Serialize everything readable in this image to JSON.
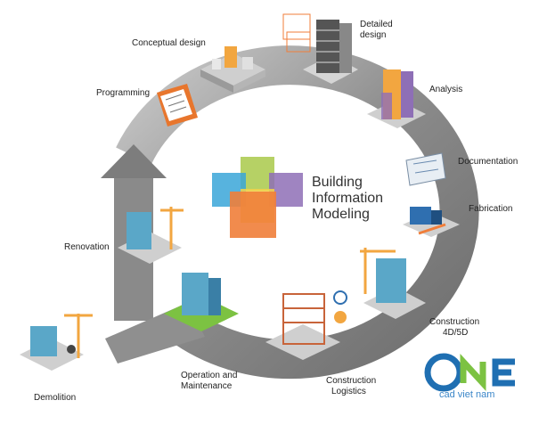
{
  "center": {
    "line1": "Building",
    "line2": "Information",
    "line3": "Modeling"
  },
  "stages": {
    "conceptual_design": "Conceptual design",
    "detailed_design_1": "Detailed",
    "detailed_design_2": "design",
    "analysis": "Analysis",
    "documentation": "Documentation",
    "fabrication": "Fabrication",
    "construction_4d5d_1": "Construction",
    "construction_4d5d_2": "4D/5D",
    "construction_logistics_1": "Construction",
    "construction_logistics_2": "Logistics",
    "operation_1": "Operation and",
    "operation_2": "Maintenance",
    "renovation": "Renovation",
    "demolition": "Demolition",
    "programming": "Programming"
  },
  "logo": {
    "word": "ONE",
    "tagline": "cad viet nam"
  },
  "colors": {
    "ring": "#8e8e8e",
    "ring_dark": "#6b6b6b",
    "cube_green": "#a9c94a",
    "cube_yellow": "#f2d24a",
    "cube_purple": "#8e6fb6",
    "cube_blue": "#3aa6d8",
    "cube_orange": "#f07e3a",
    "logo_blue": "#1f6fb2",
    "logo_green": "#7cc242"
  }
}
